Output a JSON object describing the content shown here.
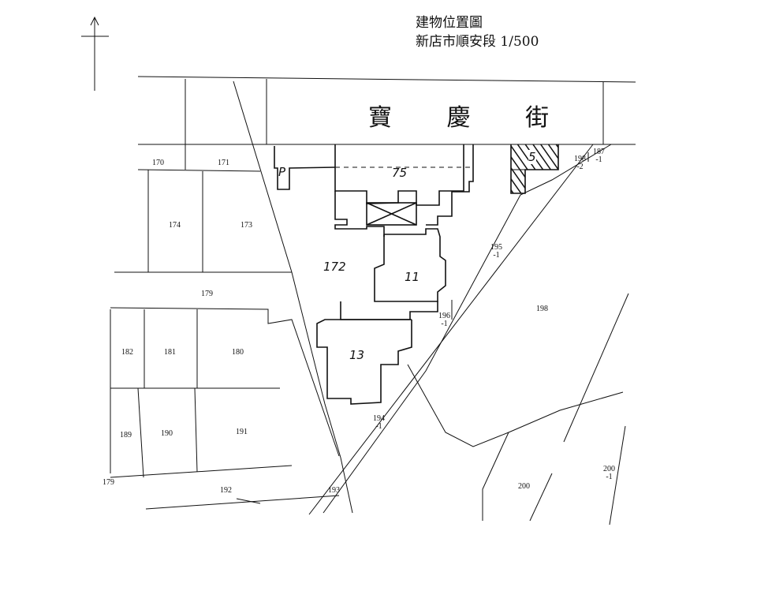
{
  "header": {
    "title": "建物位置圖",
    "subtitle": "新店市順安段 1/500"
  },
  "north_arrow": {
    "icon": "north-arrow-icon"
  },
  "road": {
    "name": "寶 慶 街"
  },
  "parcels": [
    {
      "id": "170",
      "label": "170"
    },
    {
      "id": "171",
      "label": "171"
    },
    {
      "id": "174",
      "label": "174"
    },
    {
      "id": "173",
      "label": "173"
    },
    {
      "id": "179a",
      "label": "179"
    },
    {
      "id": "182",
      "label": "182"
    },
    {
      "id": "181",
      "label": "181"
    },
    {
      "id": "180",
      "label": "180"
    },
    {
      "id": "189",
      "label": "189"
    },
    {
      "id": "190",
      "label": "190"
    },
    {
      "id": "191",
      "label": "191"
    },
    {
      "id": "179b",
      "label": "179"
    },
    {
      "id": "192",
      "label": "192"
    },
    {
      "id": "193",
      "label": "193"
    },
    {
      "id": "194-1",
      "label": "194",
      "sub": "-1"
    },
    {
      "id": "195-1",
      "label": "195",
      "sub": "-1"
    },
    {
      "id": "196-1",
      "label": "196",
      "sub": "-1"
    },
    {
      "id": "198",
      "label": "198"
    },
    {
      "id": "198-2",
      "label": "198",
      "sub": "-2"
    },
    {
      "id": "187-1",
      "label": "187",
      "sub": "-1"
    },
    {
      "id": "200",
      "label": "200"
    },
    {
      "id": "200-1",
      "label": "200",
      "sub": "-1"
    }
  ],
  "handwritten": {
    "p": "P",
    "bldg_top": "75",
    "lot": "172",
    "bldg_mid": "11",
    "bldg_low": "13",
    "hatched": "5"
  },
  "colors": {
    "ink": "#111111",
    "paper": "#ffffff"
  }
}
